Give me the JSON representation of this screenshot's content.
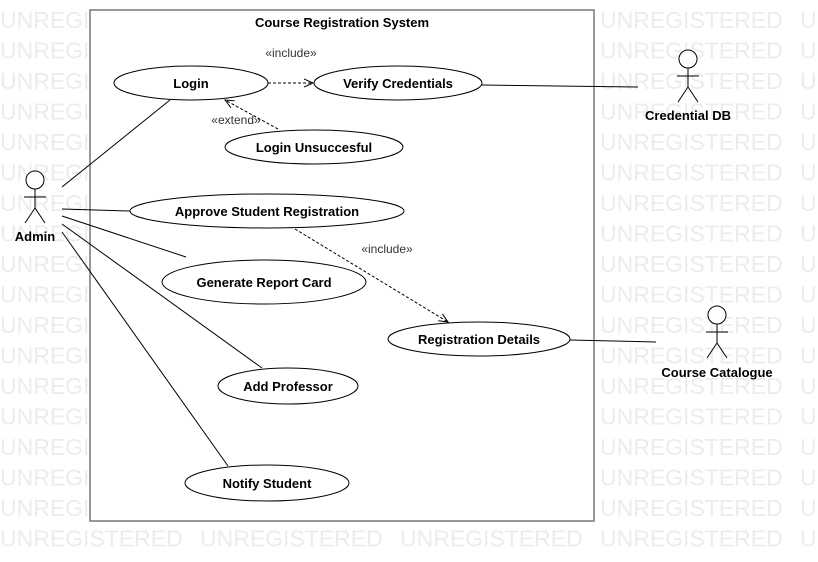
{
  "watermark": "UNREGISTERED",
  "system": {
    "title": "Course Registration System"
  },
  "actors": {
    "admin": "Admin",
    "credential_db": "Credential DB",
    "course_catalogue": "Course Catalogue"
  },
  "use_cases": {
    "login": "Login",
    "verify_credentials": "Verify Credentials",
    "login_unsuccessful": "Login Unsuccesful",
    "approve_student_registration": "Approve Student Registration",
    "generate_report_card": "Generate Report Card",
    "registration_details": "Registration Details",
    "add_professor": "Add Professor",
    "notify_student": "Notify Student"
  },
  "relations": {
    "include_login": "«include»",
    "extend_login": "«extend»",
    "include_approve": "«include»"
  }
}
